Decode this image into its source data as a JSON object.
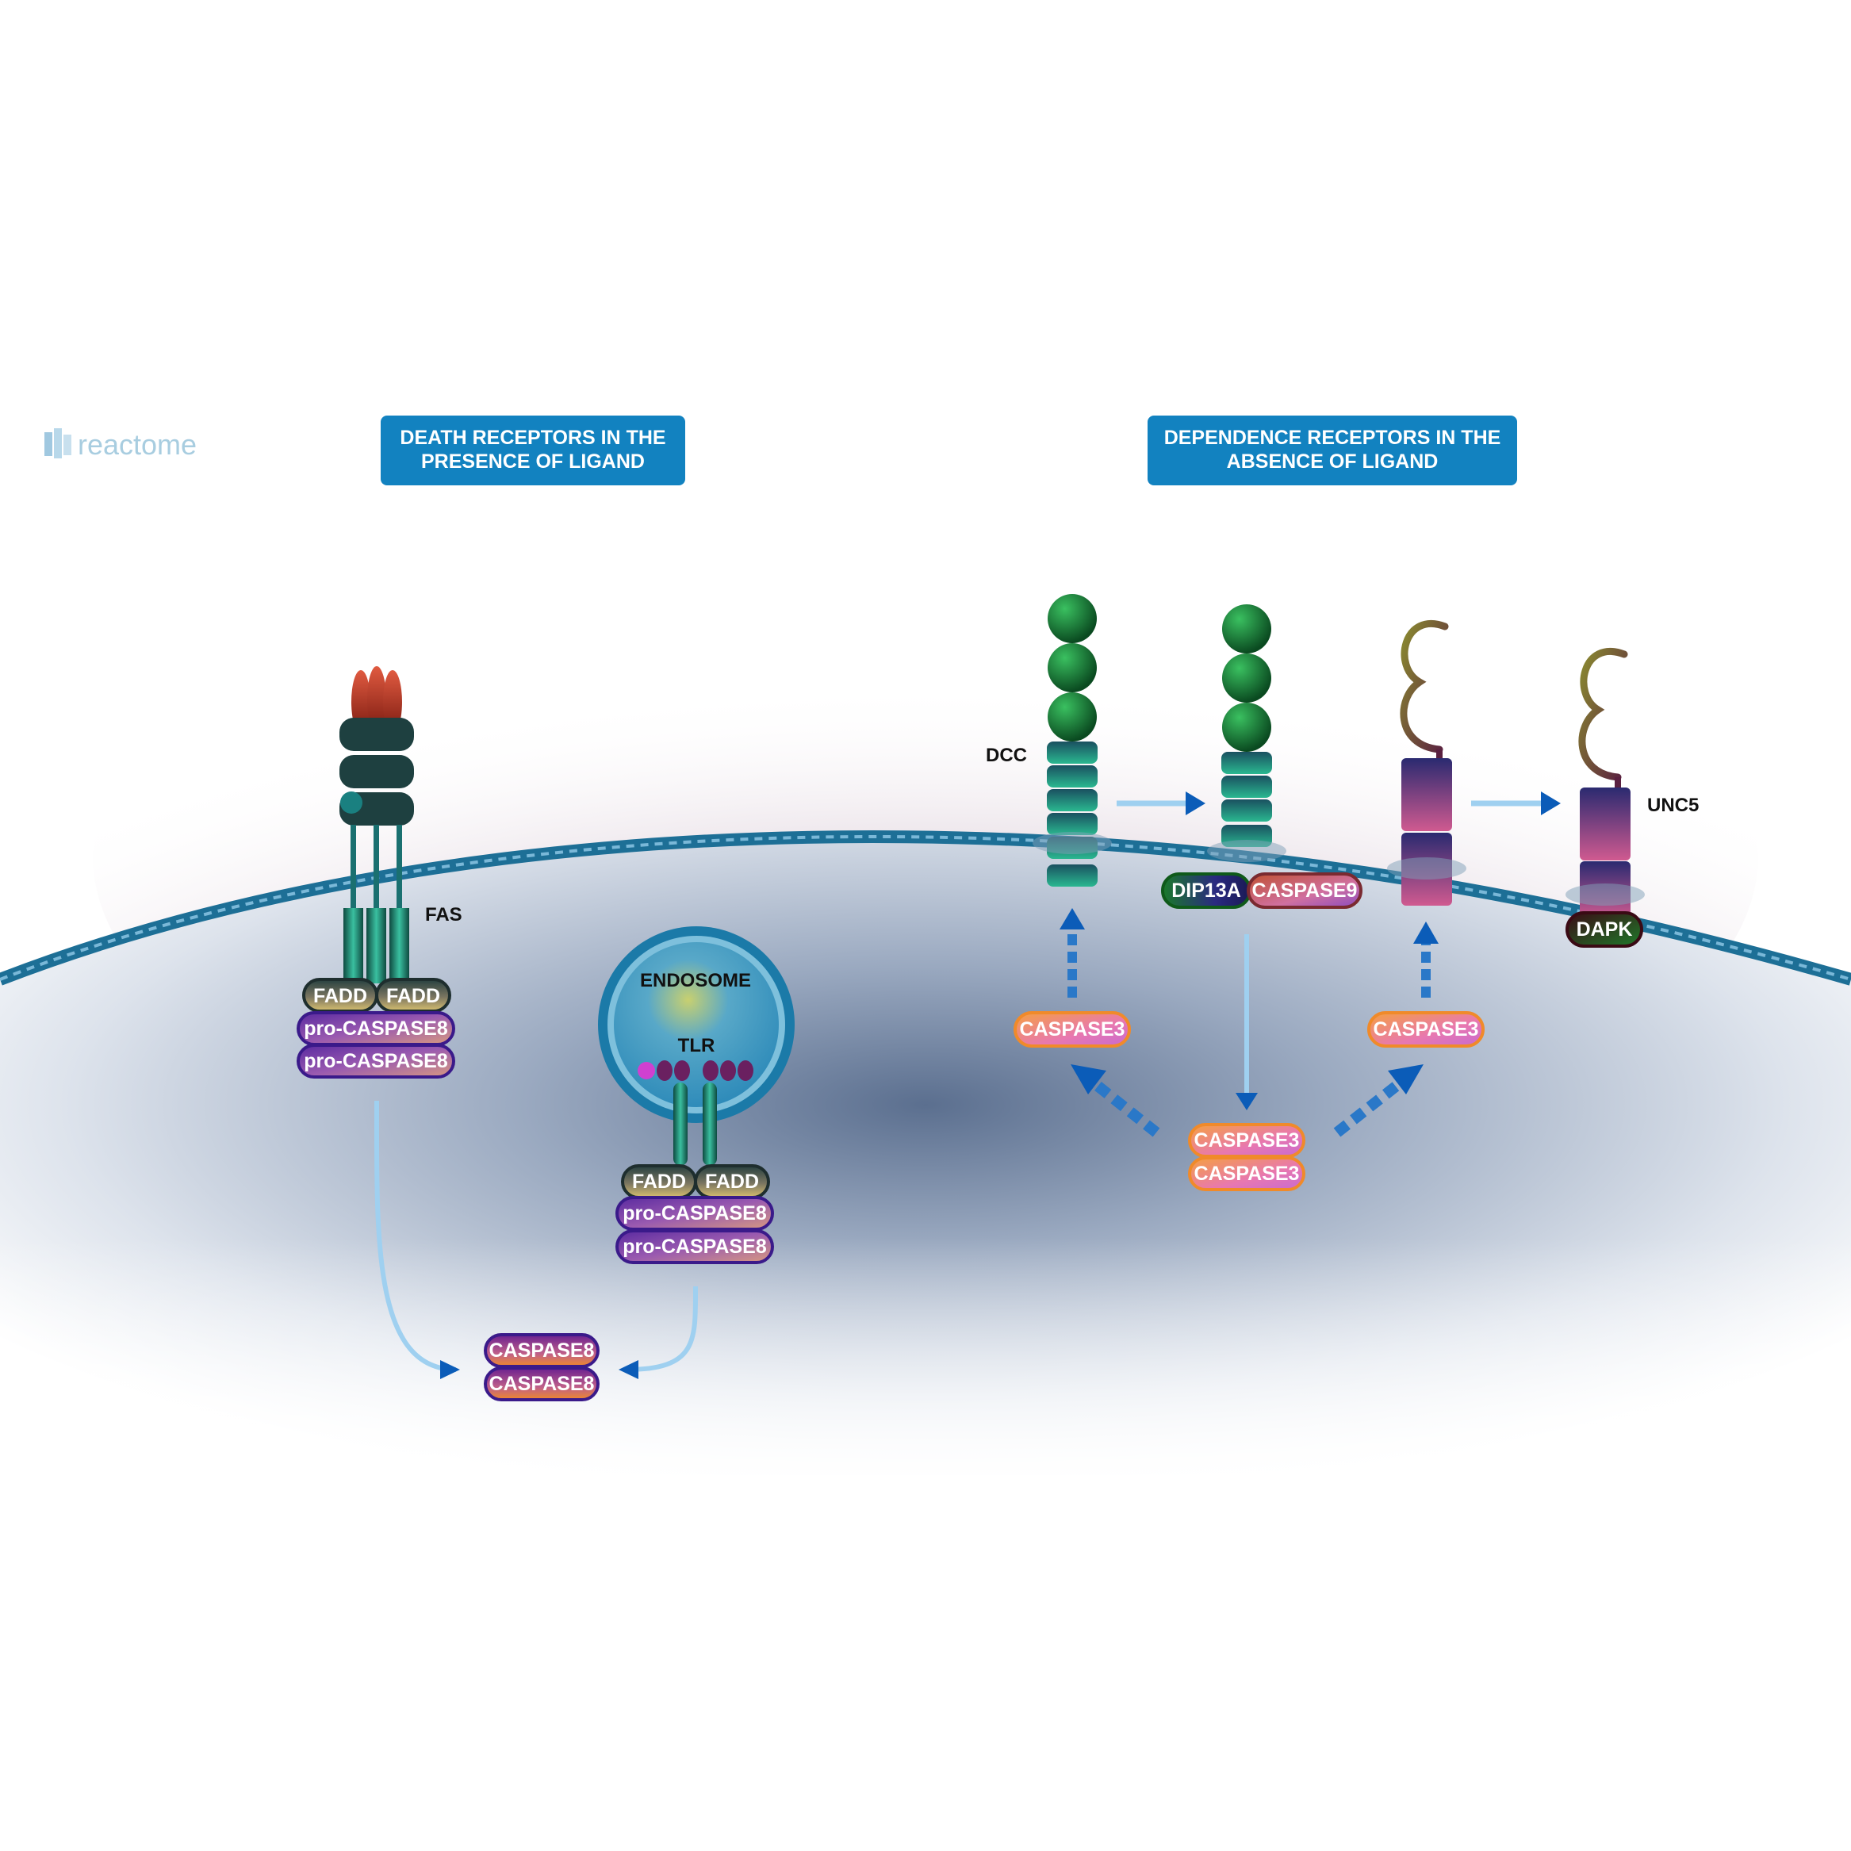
{
  "logo": {
    "text": "reactome"
  },
  "banners": {
    "left": [
      "DEATH RECEPTORS IN THE",
      "PRESENCE OF LIGAND"
    ],
    "right": [
      "DEPENDENCE RECEPTORS IN THE",
      "ABSENCE OF LIGAND"
    ]
  },
  "labels": {
    "fas": "FAS",
    "endosome": "ENDOSOME",
    "tlr": "TLR",
    "dcc": "DCC",
    "unc5": "UNC5"
  },
  "proteins": {
    "fadd": "FADD",
    "pro_caspase8": "pro-CASPASE8",
    "caspase8": "CASPASE8",
    "caspase3": "CASPASE3",
    "caspase9": "CASPASE9",
    "dip13a": "DIP13A",
    "dapk": "DAPK"
  },
  "colors": {
    "banner": "#1282c0",
    "arrow": "#0b5cb8",
    "arrow_light": "#9fd0f0",
    "membrane": "#1d6f96",
    "caspase3": "#f08a2a",
    "caspase8": "#4a1a8e",
    "fadd": "#1e3b3a",
    "dcc": "#1b6e3a",
    "unc5": "#3a2a6e",
    "dapk": "#2a0f12"
  },
  "icons": [
    "reactome-logo-icon",
    "fas-receptor-icon",
    "fas-ligand-icon",
    "tlr-receptor-icon",
    "dcc-receptor-icon",
    "unc5-receptor-icon",
    "endosome-icon",
    "arrow-icon"
  ]
}
